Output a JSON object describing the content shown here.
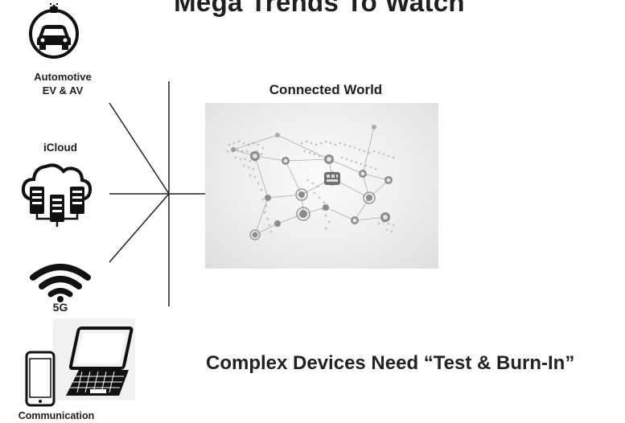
{
  "title": "Mega Trends To Watch",
  "nodes": {
    "automotive": {
      "label_line1": "Automotive",
      "label_line2": "EV & AV",
      "icon": "electric-car-icon"
    },
    "icloud": {
      "label": "iCloud",
      "icon": "cloud-servers-icon"
    },
    "fiveg": {
      "label": "5G",
      "icon": "wifi-signal-icon"
    },
    "communication": {
      "label": "Communication",
      "icon": "phone-laptop-icon"
    }
  },
  "target": {
    "label": "Connected World",
    "icon": "world-network-map"
  },
  "tagline": "Complex Devices Need “Test & Burn-In”"
}
